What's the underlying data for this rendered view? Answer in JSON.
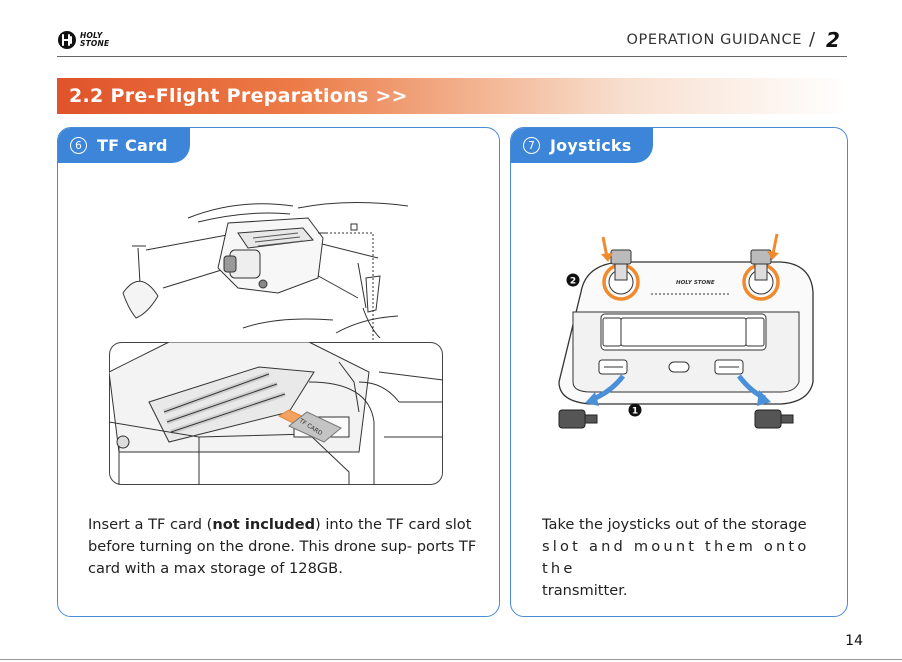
{
  "header": {
    "brand_line1": "HOLY",
    "brand_line2": "STONE",
    "guide_title": "OPERATION GUIDANCE",
    "slash": "/",
    "chapter": "2"
  },
  "section": {
    "title": "2.2  Pre-Flight Preparations >>"
  },
  "cards": [
    {
      "number": "6",
      "title": "TF Card",
      "figure_label": "TF CARD",
      "text_before": "Insert a TF card (",
      "text_bold": "not included",
      "text_after": ") into the TF card slot before turning on the drone. This drone sup- ports TF card with a max storage of 128GB."
    },
    {
      "number": "7",
      "title": "Joysticks",
      "callout_1": "1",
      "callout_2": "2",
      "controller_logo": "HOLY STONE",
      "text_line1": "Take the joysticks out of the storage",
      "text_line2": "slot and mount them onto the",
      "text_line3": "transmitter."
    }
  ],
  "footer": {
    "page_number": "14"
  },
  "colors": {
    "accent_orange": "#e0532a",
    "accent_blue": "#3d85d8",
    "joystick_ring": "#f08a2c",
    "arrow_blue": "#4a90d9"
  }
}
